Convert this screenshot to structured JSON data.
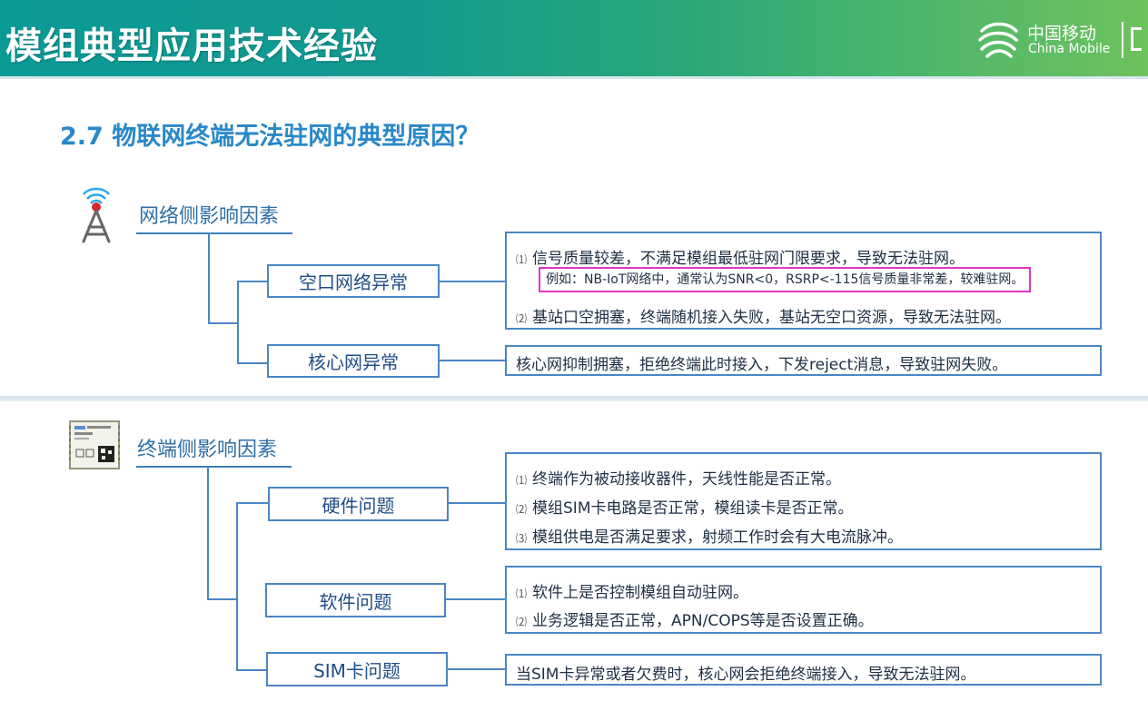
{
  "header": {
    "title": "模组典型应用技术经验",
    "logo_cn": "中国移动",
    "logo_en": "China Mobile"
  },
  "section_title": "2.7 物联网终端无法驻网的典型原因？",
  "network": {
    "title": "网络侧影响因素",
    "nodes": [
      {
        "label": "空口网络异常",
        "items": [
          {
            "num": "⑴",
            "text": "信号质量较差，不满足模组最低驻网门限要求，导致无法驻网。"
          },
          {
            "num": "⑵",
            "text": "基站口空拥塞，终端随机接入失败，基站无空口资源，导致无法驻网。"
          }
        ],
        "note": "例如：NB-IoT网络中，通常认为SNR<0，RSRP<-115信号质量非常差，较难驻网。"
      },
      {
        "label": "核心网异常",
        "items": [
          {
            "text": "核心网抑制拥塞，拒绝终端此时接入，下发reject消息，导致驻网失败。"
          }
        ]
      }
    ]
  },
  "terminal": {
    "title": "终端侧影响因素",
    "nodes": [
      {
        "label": "硬件问题",
        "items": [
          {
            "num": "⑴",
            "text": "终端作为被动接收器件，天线性能是否正常。"
          },
          {
            "num": "⑵",
            "text": "模组SIM卡电路是否正常，模组读卡是否正常。"
          },
          {
            "num": "⑶",
            "text": "模组供电是否满足要求，射频工作时会有大电流脉冲。"
          }
        ]
      },
      {
        "label": "软件问题",
        "items": [
          {
            "num": "⑴",
            "text": "软件上是否控制模组自动驻网。"
          },
          {
            "num": "⑵",
            "text": "业务逻辑是否正常，APN/COPS等是否设置正确。"
          }
        ]
      },
      {
        "label": "SIM卡问题",
        "items": [
          {
            "text": "当SIM卡异常或者欠费时，核心网会拒绝终端接入，导致无法驻网。"
          }
        ]
      }
    ]
  },
  "colors": {
    "accent": "#2a88c8",
    "node_border": "#4a86c4",
    "highlight": "#e034c8",
    "banner_start": "#0a9a96",
    "banner_end": "#6ec25e"
  },
  "icons": [
    "antenna-tower-icon",
    "nb-iot-module-icon",
    "china-mobile-logo-icon"
  ]
}
